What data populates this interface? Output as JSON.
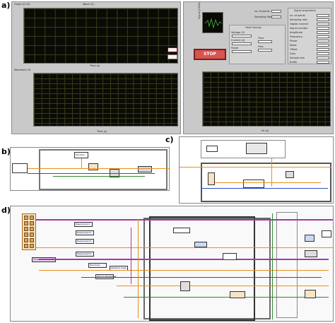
{
  "panels": {
    "a": {
      "label": "a)"
    },
    "b": {
      "label": "b)"
    },
    "c": {
      "label": "c)"
    },
    "d": {
      "label": "d)"
    }
  },
  "front_panel": {
    "graph_top_title": "Graph (0-10)",
    "graph_top_legend": "Wave (V)",
    "graph_top_xlabel": "Time (s)",
    "graph_mid_title": "Waveform 20",
    "graph_mid_xlabel": "Time (s)",
    "graph_right_xlabel": "Hz (s)",
    "mini_graph_label": "Signal (HSD1)",
    "stop_label": "STOP",
    "frame_header": "Signal acquisition",
    "field_center": "Field Overlay",
    "controls_left": [
      "no. of points",
      "Sampling Rate"
    ],
    "controls_mid": [
      "Voltage (V)",
      "Current (A)",
      "Power",
      "Time",
      "Freq"
    ],
    "controls_right": [
      "no. of points",
      "Sampling rate",
      "Digital channel",
      "Signal number",
      "Amplitude",
      "Frequency",
      "Phase",
      "Noise",
      "Offset",
      "Duty",
      "Sample size",
      "Buffer"
    ]
  },
  "diagram_b": {
    "nodes": [
      "DAQ Read",
      "Build Waveform",
      "Scale",
      "Write to File"
    ]
  },
  "diagram_c": {
    "nodes": [
      "Acquire Signal",
      "Filter",
      "Spectrum"
    ]
  },
  "diagram_d": {
    "nodes": [
      "Measurement 1",
      "Measurement 2",
      "Measurement 3",
      "Measurement 4",
      "Format Data",
      "Build Array",
      "Write to Spreadsheet",
      "Waveform Graph"
    ]
  },
  "colors": {
    "wire_orange": "#e8901c",
    "wire_purple": "#a23aa8",
    "wire_blue": "#2b4fc7",
    "wire_green": "#2f8a2f",
    "graph_bg": "#0b0b06",
    "panel_bg": "#c9c9c9"
  }
}
